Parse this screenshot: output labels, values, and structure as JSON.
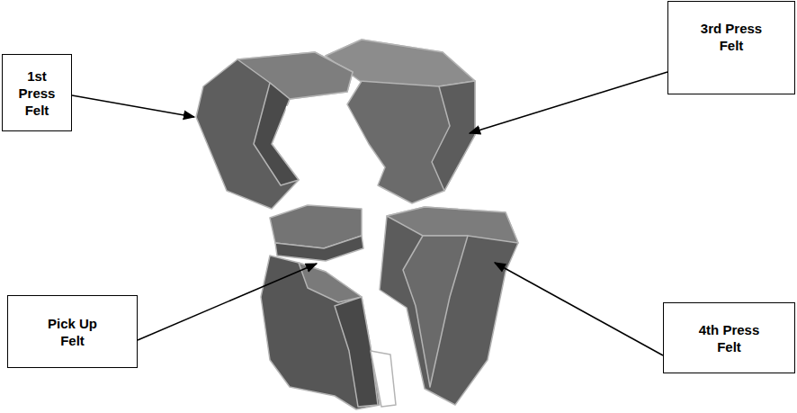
{
  "diagram": {
    "nodes": [
      {
        "text": [
          "1st Press Felt"
        ]
      },
      {
        "text": [
          "3rd Press Felt"
        ]
      },
      {
        "text": [
          "Pick Up Felt"
        ]
      },
      {
        "text": [
          "4th Press Felt"
        ]
      }
    ]
  }
}
